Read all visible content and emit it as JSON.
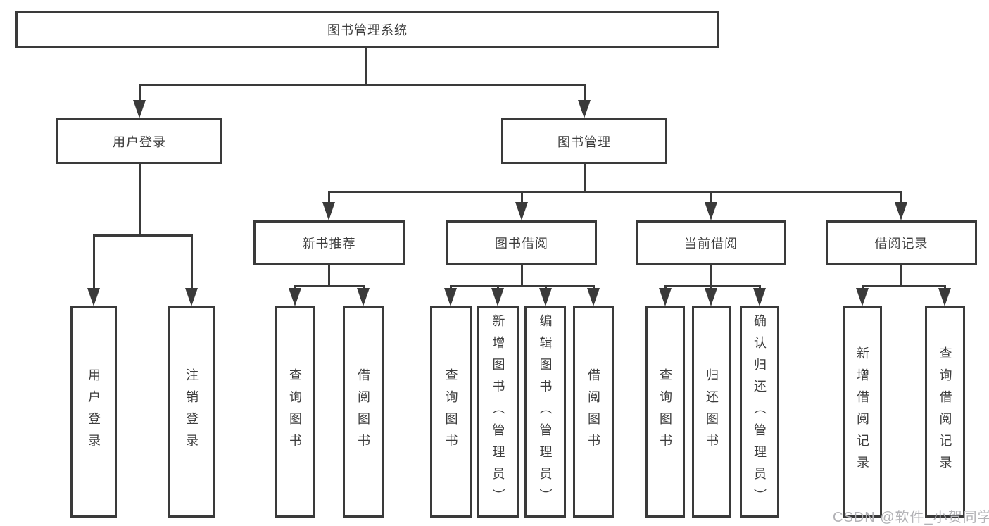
{
  "tree": {
    "label": "图书管理系统",
    "children": [
      {
        "label": "用户登录",
        "children": [
          {
            "label": "用户登录"
          },
          {
            "label": "注销登录"
          }
        ]
      },
      {
        "label": "图书管理",
        "children": [
          {
            "label": "新书推荐",
            "children": [
              {
                "label": "查询图书"
              },
              {
                "label": "借阅图书"
              }
            ]
          },
          {
            "label": "图书借阅",
            "children": [
              {
                "label": "查询图书"
              },
              {
                "label": "新增图书（管理员）"
              },
              {
                "label": "编辑图书（管理员）"
              },
              {
                "label": "借阅图书"
              }
            ]
          },
          {
            "label": "当前借阅",
            "children": [
              {
                "label": "查询图书"
              },
              {
                "label": "归还图书"
              },
              {
                "label": "确认归还（管理员）"
              }
            ]
          },
          {
            "label": "借阅记录",
            "children": [
              {
                "label": "新增借阅记录"
              },
              {
                "label": "查询借阅记录"
              }
            ]
          }
        ]
      }
    ]
  },
  "watermark": "CSDN @软件_小贺同学",
  "colors": {
    "line": "#3a3a3a",
    "text": "#3d3d3d",
    "background": "#ffffff",
    "watermark": "#b2b2b6"
  }
}
